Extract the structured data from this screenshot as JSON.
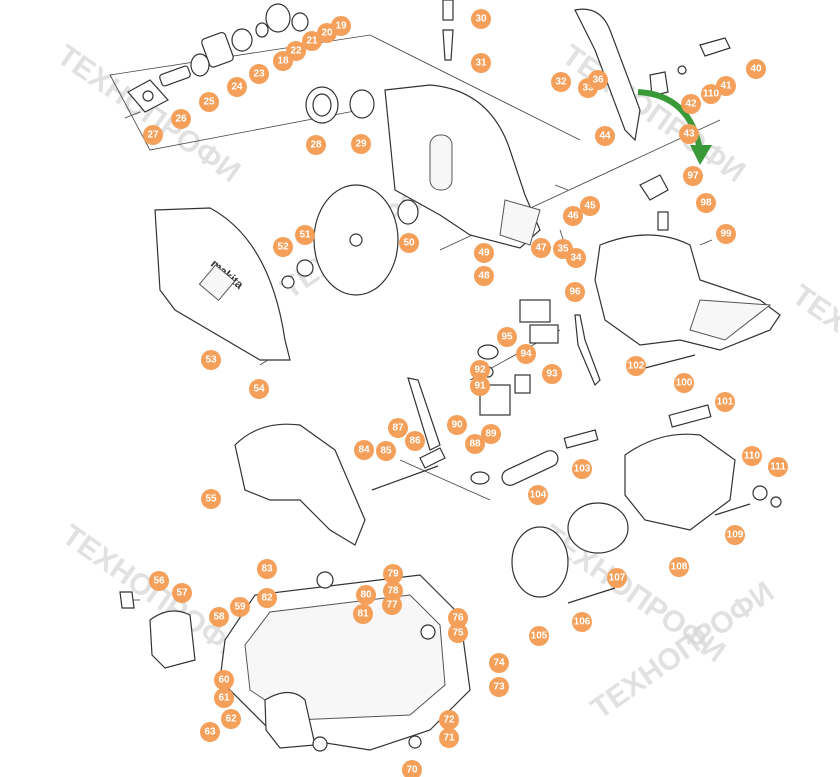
{
  "watermark": {
    "text": "ТЕХНОПРОФИ"
  },
  "blade_brand": "makita",
  "colors": {
    "badge": "#f5a05a",
    "arrow": "#3a9a3a",
    "line": "#333333"
  },
  "parts": [
    {
      "num": "19"
    },
    {
      "num": "20"
    },
    {
      "num": "21"
    },
    {
      "num": "22"
    },
    {
      "num": "18"
    },
    {
      "num": "23"
    },
    {
      "num": "24"
    },
    {
      "num": "25"
    },
    {
      "num": "26"
    },
    {
      "num": "27"
    },
    {
      "num": "28"
    },
    {
      "num": "29"
    },
    {
      "num": "30"
    },
    {
      "num": "31"
    },
    {
      "num": "32"
    },
    {
      "num": "33"
    },
    {
      "num": "36"
    },
    {
      "num": "44"
    },
    {
      "num": "40"
    },
    {
      "num": "41"
    },
    {
      "num": "110"
    },
    {
      "num": "42"
    },
    {
      "num": "43"
    },
    {
      "num": "97"
    },
    {
      "num": "98"
    },
    {
      "num": "99"
    },
    {
      "num": "45"
    },
    {
      "num": "46"
    },
    {
      "num": "35"
    },
    {
      "num": "34"
    },
    {
      "num": "47"
    },
    {
      "num": "49"
    },
    {
      "num": "48"
    },
    {
      "num": "50"
    },
    {
      "num": "51"
    },
    {
      "num": "52"
    },
    {
      "num": "53"
    },
    {
      "num": "54"
    },
    {
      "num": "95"
    },
    {
      "num": "96"
    },
    {
      "num": "94"
    },
    {
      "num": "92"
    },
    {
      "num": "91"
    },
    {
      "num": "93"
    },
    {
      "num": "90"
    },
    {
      "num": "100"
    },
    {
      "num": "87"
    },
    {
      "num": "89"
    },
    {
      "num": "88"
    },
    {
      "num": "86"
    },
    {
      "num": "85"
    },
    {
      "num": "84"
    },
    {
      "num": "101"
    },
    {
      "num": "102"
    },
    {
      "num": "103"
    },
    {
      "num": "104"
    },
    {
      "num": "55"
    },
    {
      "num": "110"
    },
    {
      "num": "111"
    },
    {
      "num": "109"
    },
    {
      "num": "108"
    },
    {
      "num": "107"
    },
    {
      "num": "106"
    },
    {
      "num": "105"
    },
    {
      "num": "56"
    },
    {
      "num": "57"
    },
    {
      "num": "58"
    },
    {
      "num": "59"
    },
    {
      "num": "83"
    },
    {
      "num": "82"
    },
    {
      "num": "80"
    },
    {
      "num": "81"
    },
    {
      "num": "79"
    },
    {
      "num": "78"
    },
    {
      "num": "77"
    },
    {
      "num": "76"
    },
    {
      "num": "75"
    },
    {
      "num": "74"
    },
    {
      "num": "73"
    },
    {
      "num": "60"
    },
    {
      "num": "61"
    },
    {
      "num": "62"
    },
    {
      "num": "63"
    },
    {
      "num": "72"
    },
    {
      "num": "71"
    },
    {
      "num": "70"
    }
  ]
}
